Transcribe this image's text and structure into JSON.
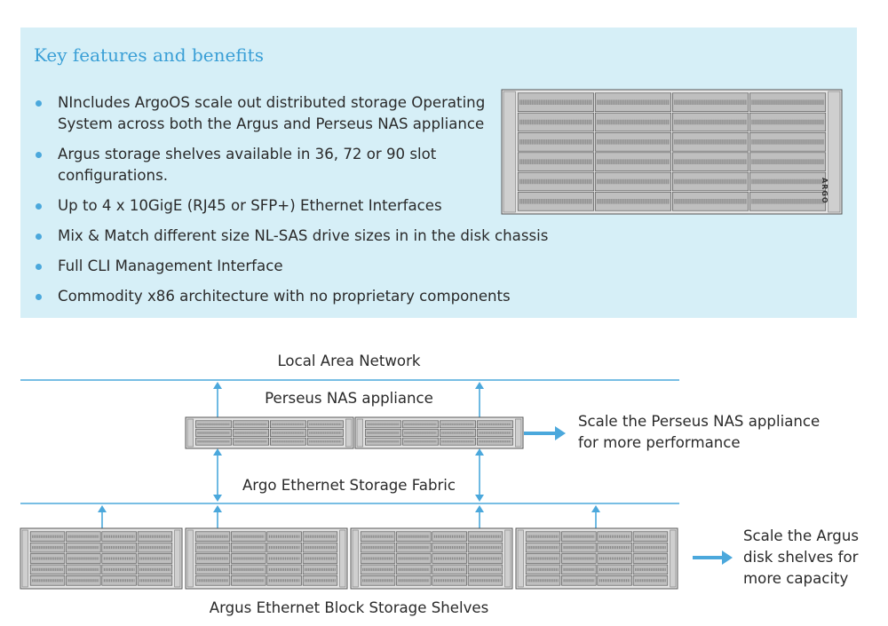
{
  "features_panel": {
    "title": "Key features and benefits",
    "items": [
      "NIncludes ArgoOS scale out distributed storage Operating System across both the Argus and Perseus NAS appliance",
      "Argus storage shelves available in 36, 72 or 90 slot configurations.",
      "Up to 4 x 10GigE (RJ45 or SFP+) Ethernet Interfaces",
      "Mix & Match different size NL-SAS drive sizes in in the disk chassis",
      "Full CLI Management Interface",
      "Commodity x86 architecture with no proprietary components"
    ],
    "chassis_brand": "ARGO"
  },
  "diagram": {
    "lan_label": "Local Area Network",
    "nas_label": "Perseus NAS appliance",
    "fabric_label": "Argo Ethernet Storage Fabric",
    "shelves_label": "Argus Ethernet Block Storage Shelves",
    "scale_nas_note": "Scale the Perseus NAS appliance for more performance",
    "scale_shelves_note": "Scale the Argus disk shelves for more capacity",
    "nas_units": 2,
    "shelf_units": 4,
    "accent_color": "#4ba8dc"
  }
}
